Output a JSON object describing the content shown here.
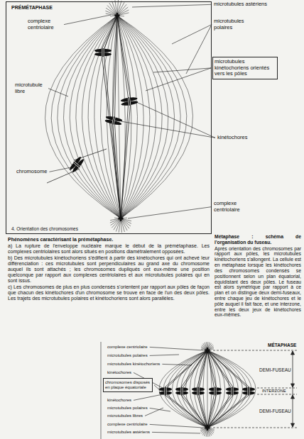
{
  "diagram": {
    "nodes": [
      {
        "text": [
          "PRÉMÉTAPHASE",
          "4. Orientation des chromosomes"
        ]
      },
      {
        "text": [
          "microtubules kinétochoriens orientés vers les pôles"
        ]
      },
      {
        "text": [
          "chromosomes disposés en plaque équatoriale"
        ]
      }
    ],
    "labels": [
      "microtubules astériens",
      "complexe centriolaire",
      "microtubules polaires",
      "microtubule libre",
      "kinétochores",
      "chromosome",
      "complexe centriolaire",
      "Phénomènes caractérisant la prémétaphase.",
      "a) La rupture de l'enveloppe nucléaire marque le début de la prémétaphase. Les complexes centriolaires sont alors situés en positions diamétralement opposées.",
      "b) Des microtubules kinétochoriens s'édifient à partir des kinétochores qui ont achevé leur différenciation : ces microtubules sont perpendiculaires au grand axe du chromosome auquel ils sont attachés ; les chromosomes dupliqués ont eux-même une position quelconque par rapport aux complexes centriolaires et aux microtubules polaires qui en sont issus.",
      "c) Les chromosomes de plus en plus condensés s'orientent par rapport aux pôles de façon que chacun des kinétochores d'un chromosome se trouve en face de l'un des deux pôles. Les trajets des microtubules polaires et kinétochoriens sont alors parallèles.",
      "Métaphase : schéma de l'organisation du fuseau.",
      "Après orientation des chromosomes par rapport aux pôles, les microtubules kinétochoriens s'allongent. La cellule est en métaphase lorsque les kinétochores des chromosomes condensés se positionnent selon un plan équatorial, équidistant des deux pôles. Le fuseau est alors symétrique par rapport à ce plan et on distingue deux demi-fuseaux, entre chaque jeu de kinétochores et le pôle auquel il fait face, et une interzone, entre les deux jeux de kinétochores eux-mêmes.",
      "MÉTAPHASE",
      "complexe centriolaire",
      "microtubules polaires",
      "microtubules kinétochoriens",
      "kinétochores",
      "kinétochores",
      "microtubules polaires",
      "microtubules libres",
      "complexe centriolaire",
      "microtubules astériens",
      "DEMI-FUSEAU",
      "INTERZONE",
      "DEMI-FUSEAU"
    ]
  }
}
